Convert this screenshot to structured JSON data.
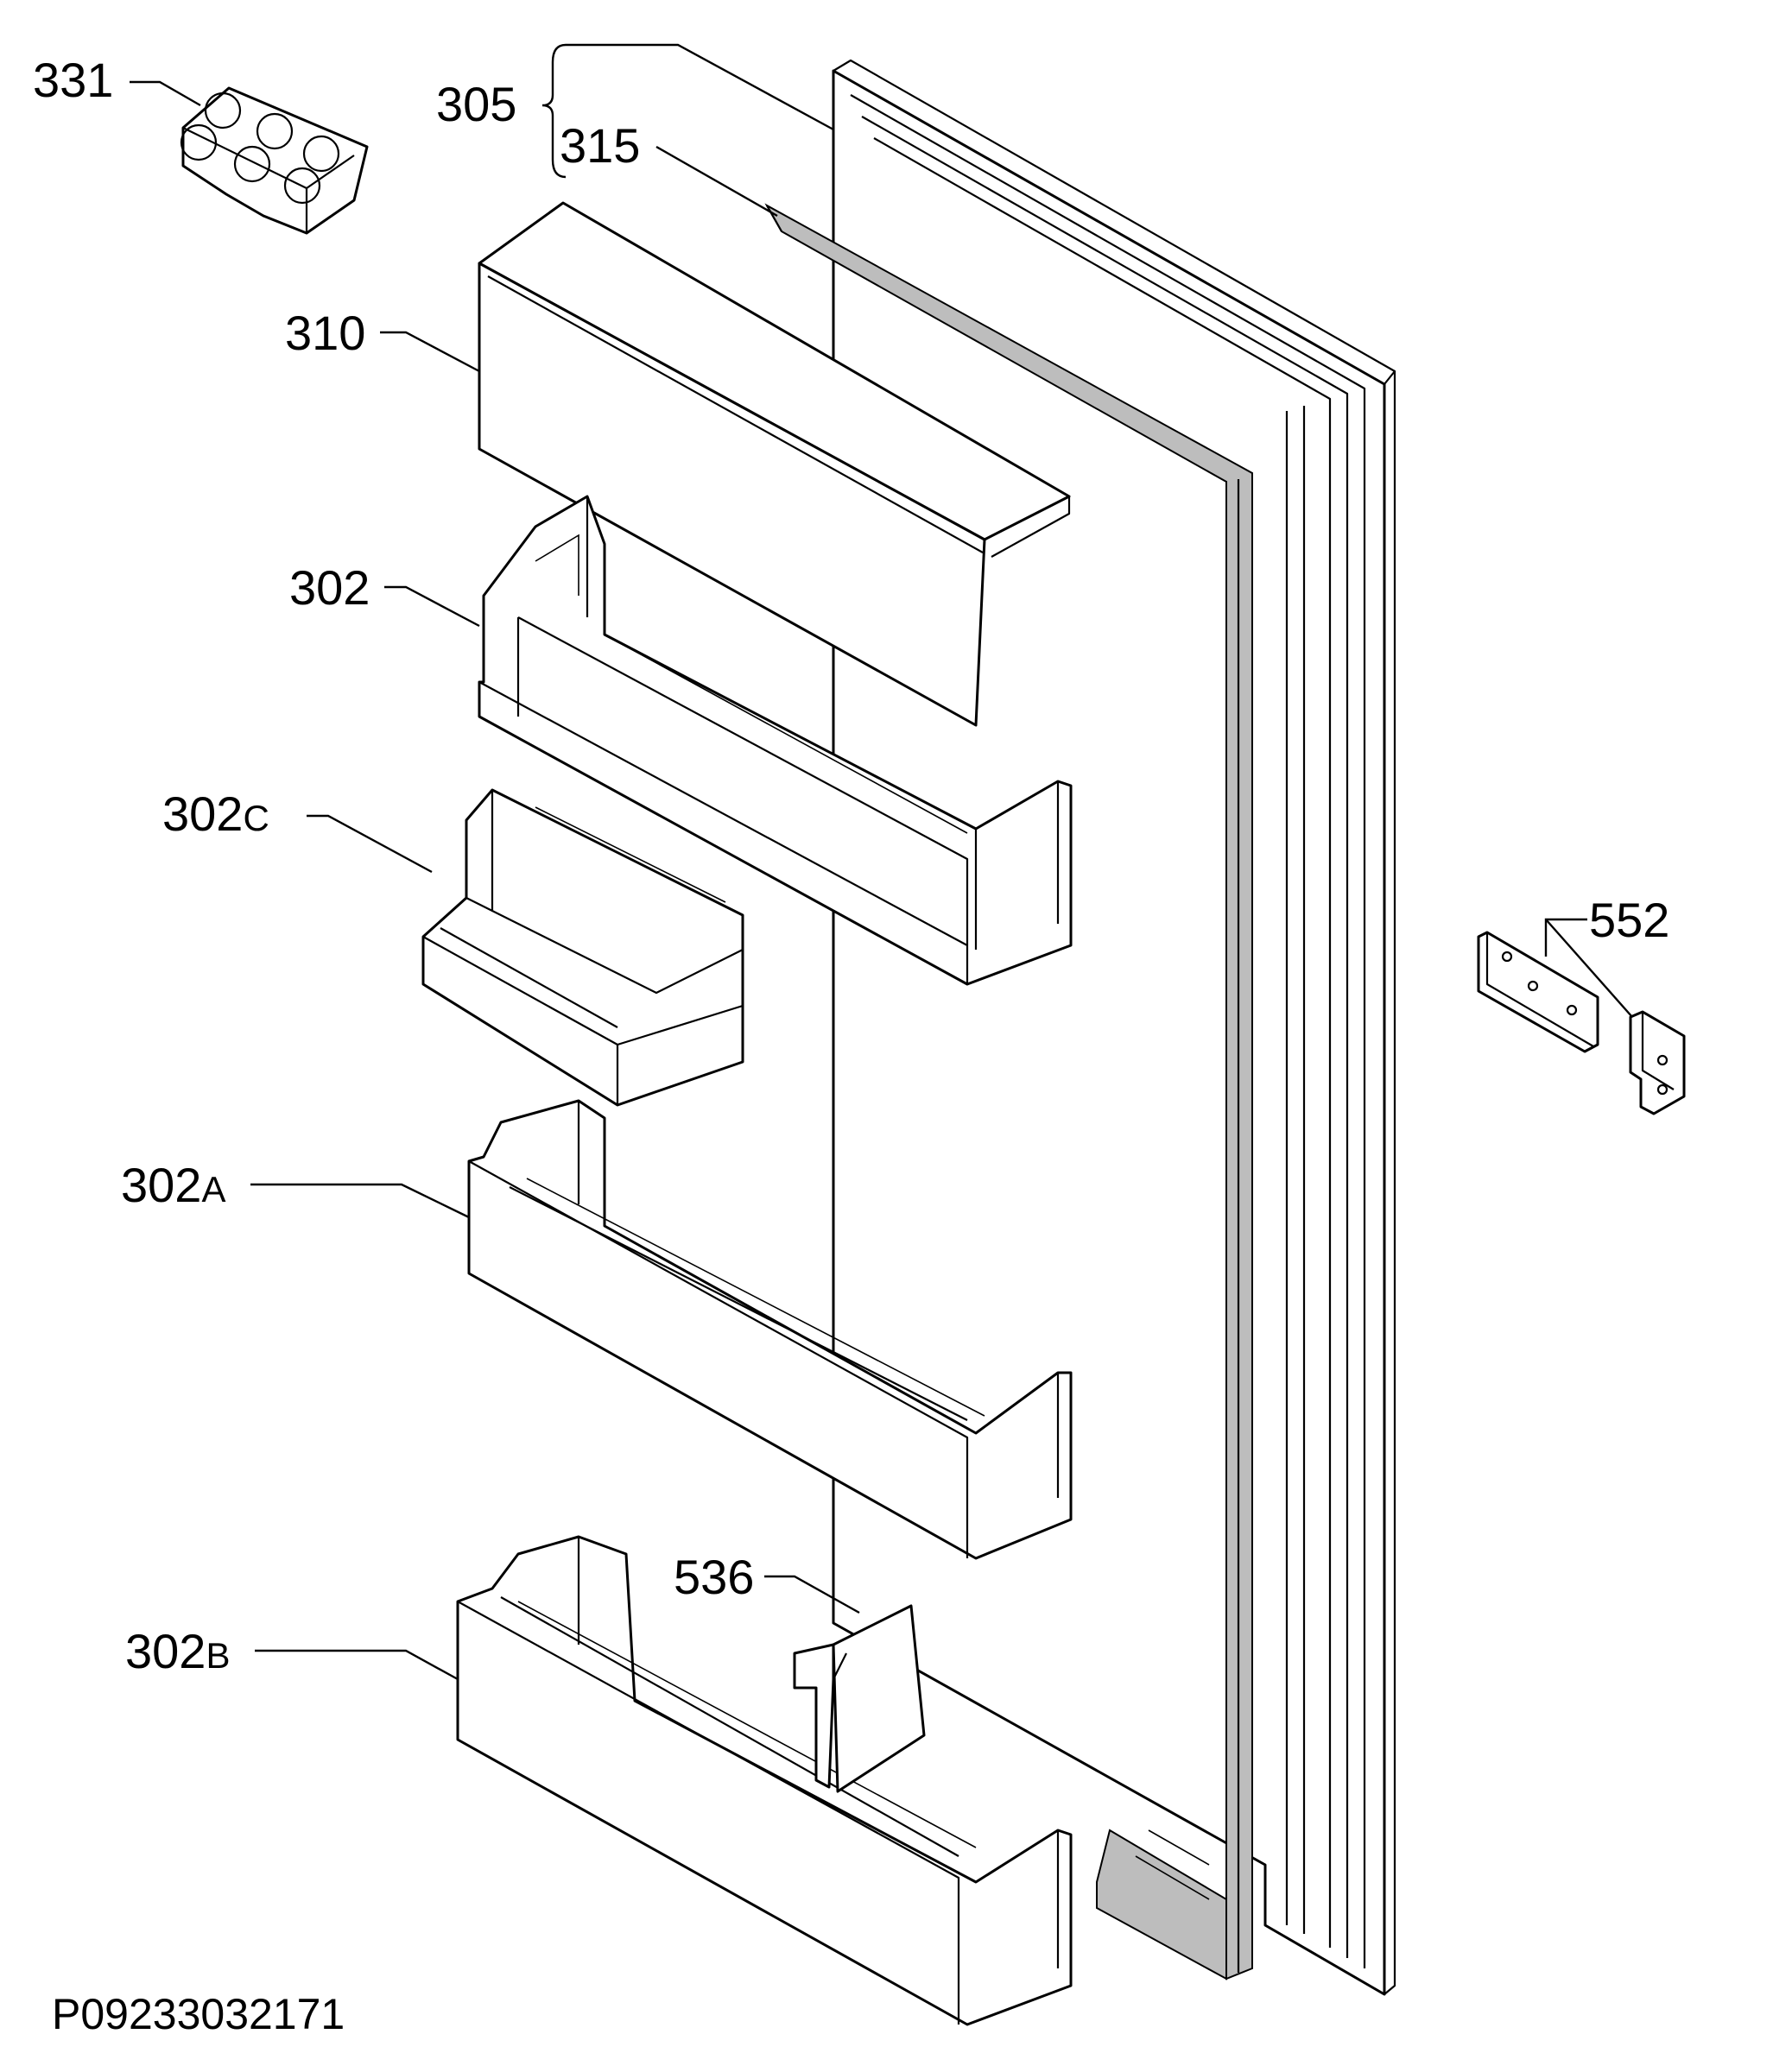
{
  "drawing_code": "P09233032171",
  "labels": {
    "egg_tray": "331",
    "door": "305",
    "gasket": "315",
    "shelf_cover": "310",
    "door_shelf_upper": "302",
    "small_box_num": "302",
    "small_box_suffix": "C",
    "door_shelf_mid_num": "302",
    "door_shelf_mid_suffix": "A",
    "door_shelf_low_num": "302",
    "door_shelf_low_suffix": "B",
    "bottle_holder": "536",
    "hinge_kit": "552"
  }
}
